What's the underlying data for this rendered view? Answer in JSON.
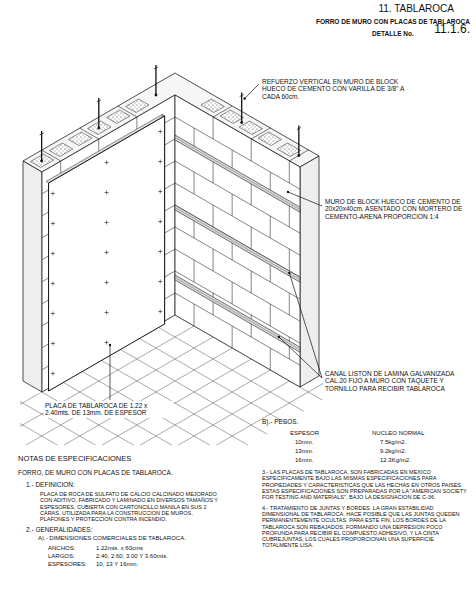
{
  "diagram": {
    "title": "11. TABLAROCA",
    "labels": [
      "FORRO DE MURO CON PLACAS DE TABLAROCA",
      "DETALLE No.",
      "11.1.6.",
      "REFUERZO VERTICAL EN MURO DE BLOCK HUECO DE CEMENTO CON VARILLA DE 3/8\" A CADA 60cm.",
      "MURO DE BLOCK HUECO DE CEMENTO DE 20x20x40cm. ASENTADO CON MORTERO DE CEMENTO-ARENA PROPORCION 1:4",
      "CANAL LISTON DE LAMINA GALVANIZADA CAL.20 FIJO A MURO CON TAQUETE Y TORNILLO PARA RECIBIR TABLAROCA",
      "PLACA DE TABLAROCA DE 1.22 x 2.40mts. DE 13mm. DE ESPESOR",
      "B).- PESOS.",
      "ESPESOR",
      "NUCLEO NORMAL",
      "10mm.",
      "7.5kg/m2.",
      "13mm.",
      "9.2kg/m2.",
      "16mm.",
      "12.3Kg/m2.",
      "NOTAS DE ESPECIFICACIONES",
      "FORRO, DE MURO CON PLACAS DE TABLAROCA.",
      "1.- DEFINICION:",
      "PLACA DE ROCA DE SULFATO DE CALCIO CALCINADO MEJORADO CON ADITIVO, FABRICADO Y LAMINADO EN DIVERSOS TAMAÑOS Y ESPESORES, CUBIERTA CON CARTONCILLO MANILA EN SUS 2 CARAS, UTILIZADA PARA LA CONSTRUCCION DE MUROS, PLAFONES Y PROTECCION CONTRA INCENDIO.",
      "2.- GENERALIDADES:",
      "A).- DIMENSIONES COMERCIALES DE TABLAROCA.",
      "ANCHOS:",
      "1.22mts. x 60cms",
      "LARGOS:",
      "2.40, 2.60, 3.00 Y 3.60mts.",
      "ESPESORES:",
      "10, 13 Y 16mm.",
      "3.- LAS PLACAS DE TABLAROCA, SON FABRICADAS EN MEXICO ESPECIFICAMENTE BAJO LAS MISMAS ESPECIFICACIONES PARA PROPIEDADES Y CARACTERISTICAS QUE LAS HECHAS EN OTROS PAISES. ESTAS ESPECIFICACIONES SON PREPARADAS POR LA \"AMERICAN SOCIETY FOR TESTING AND MATERIALS\", BAJO LA DESIGNACION DE C-36.",
      "4.- TRATAMIENTO DE JUNTAS Y BORDES. LA GRAN ESTABILIDAD DIMENSIONAL DE TABLAROCA, HACE POSIBLE QUE LAS JUNTAS QUEDEN PERMANENTEMENTE OCULTAS. PARA ESTE FIN, LOS BORDES DE LA TABLAROCA SON REBAJADOS, FORMANDO UNA DEPRESION POCO PROFUNDA PARA RECIBIR EL COMPUESTO ADHESIVO, Y LA CINTA CUBREJUNTAS, LOS CUALES PROPORCIONAN UNA SUPERFICIE TOTALMENTE LISA."
    ]
  }
}
